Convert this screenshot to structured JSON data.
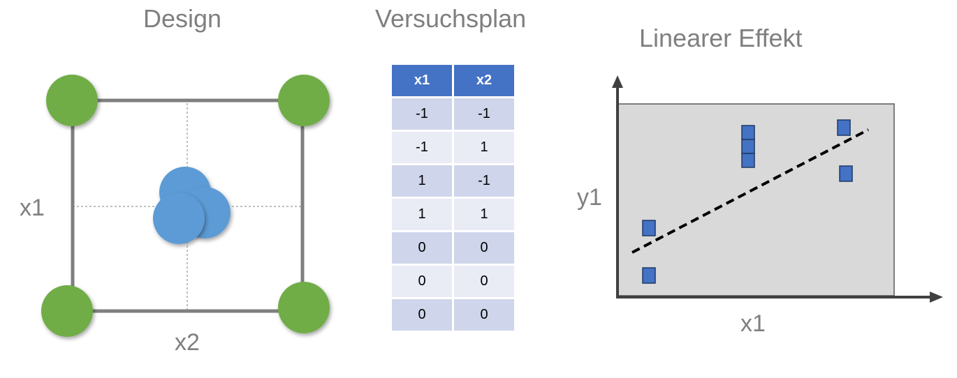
{
  "design": {
    "title": "Design",
    "x1_label": "x1",
    "x2_label": "x2",
    "corner_color": "#70ad47",
    "center_color": "#5b9bd5"
  },
  "plan": {
    "title": "Versuchsplan",
    "headers": [
      "x1",
      "x2"
    ],
    "rows": [
      [
        "-1",
        "-1"
      ],
      [
        "-1",
        "1"
      ],
      [
        "1",
        "-1"
      ],
      [
        "1",
        "1"
      ],
      [
        "0",
        "0"
      ],
      [
        "0",
        "0"
      ],
      [
        "0",
        "0"
      ]
    ],
    "header_color": "#4472c4"
  },
  "effect": {
    "title": "Linearer Effekt",
    "x_label": "x1",
    "y_label": "y1",
    "point_color": "#4472c4"
  }
}
